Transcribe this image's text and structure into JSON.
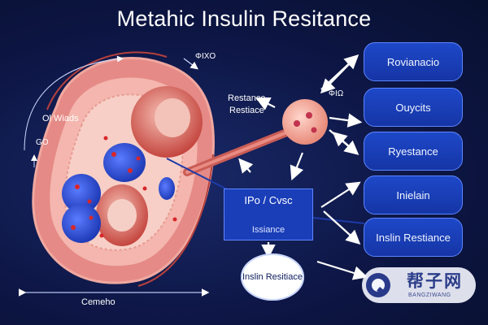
{
  "title": "Metahic Insulin Resitance",
  "labels": {
    "ol_wiads": "Ol Wiads",
    "go": "GO",
    "top_mark": "ΦΙΧΟ",
    "resistance": "Restance",
    "restiace": "Restiace",
    "side_mark": "ΦΙΩ",
    "cemeho": "Cemeho"
  },
  "pills": [
    {
      "label": "Rovianacio"
    },
    {
      "label": "Ouycits"
    },
    {
      "label": "Ryestance"
    },
    {
      "label": "Inielain"
    },
    {
      "label": "Inslin Restiance"
    }
  ],
  "mid_box": {
    "top": "IPo / Cvsc",
    "bottom": "Issiance"
  },
  "oval": {
    "label": "Inslin Resitiace"
  },
  "watermark": {
    "text": "帮子网",
    "sub": "BANGZIWANG"
  },
  "colors": {
    "background": "#0c1540",
    "pill": "#1a3eb8",
    "tissue_outer": "#e58a86",
    "tissue_inner": "#f4b6ae",
    "cell_blue": "#2f4fd6",
    "vessel": "#c95c55",
    "sphere": "#f6b1a4"
  }
}
